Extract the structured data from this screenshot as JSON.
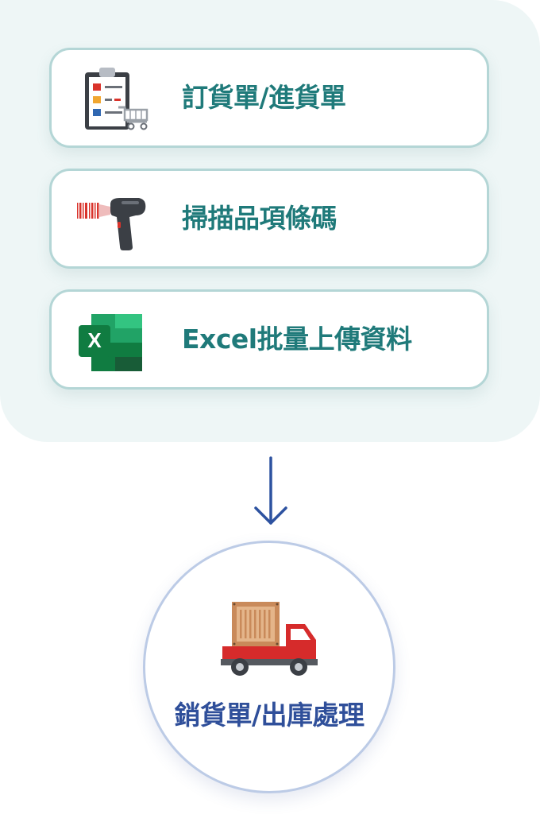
{
  "sources": [
    {
      "label": "訂貨單/進貨單",
      "icon": "clipboard-cart-icon"
    },
    {
      "label": "掃描品項條碼",
      "icon": "barcode-scanner-icon"
    },
    {
      "label": "Excel批量上傳資料",
      "icon": "excel-icon"
    }
  ],
  "excel_icon_letter": "X",
  "result": {
    "label": "銷貨單/出庫處理",
    "icon": "delivery-truck-icon"
  },
  "colors": {
    "panel_background": "#eef6f6",
    "card_border": "#b4d6d6",
    "card_text": "#1f7a7a",
    "arrow": "#2d52a0",
    "result_border": "#bccbe6",
    "result_text": "#2f4f9a"
  }
}
